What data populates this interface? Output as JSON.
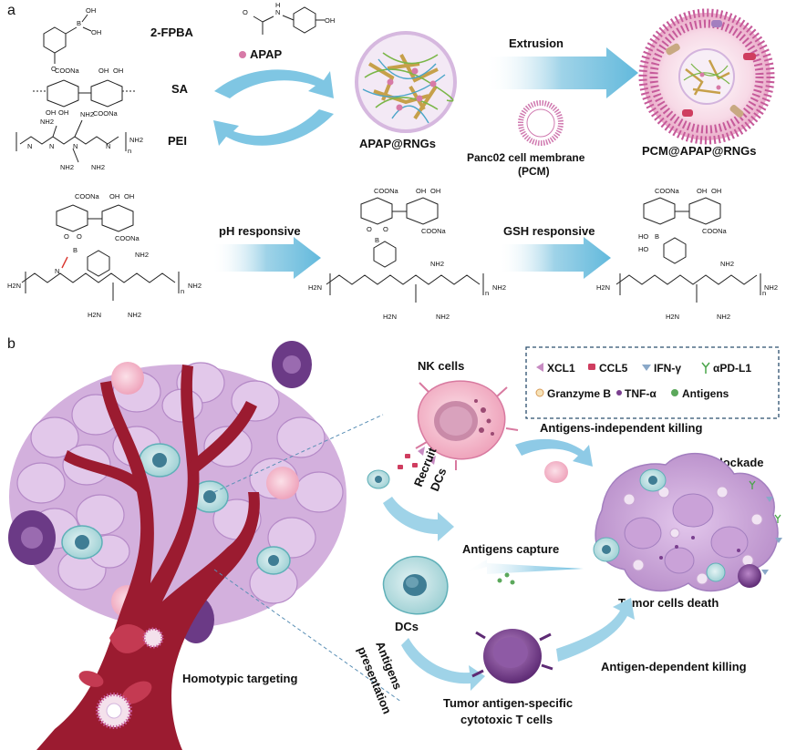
{
  "panel_a": {
    "letter": "a",
    "components": {
      "fpba": "2-FPBA",
      "sa": "SA",
      "pei": "PEI"
    },
    "drug": "APAP",
    "nanogel": "APAP@RNGs",
    "extrusion": "Extrusion",
    "membrane_line1": "Panc02 cell membrane",
    "membrane_line2": "(PCM)",
    "product": "PCM@APAP@RNGs",
    "ph_responsive": "pH responsive",
    "gsh_responsive": "GSH responsive",
    "chem_labels": {
      "b": "B",
      "oh": "OH",
      "ho": "HO",
      "o": "O",
      "n": "N",
      "h": "H",
      "coona": "COONa",
      "nh2": "NH2",
      "h2n": "H2N",
      "n_sub": "n"
    }
  },
  "panel_b": {
    "letter": "b",
    "legend": {
      "xcl1": "XCL1",
      "ccl5": "CCL5",
      "ifn": "IFN-γ",
      "apdl1": "αPD-L1",
      "granzyme": "Granzyme B",
      "tnf": "TNF-α",
      "antigens": "Antigens"
    },
    "nk_cells": "NK cells",
    "antigens_independent": "Antigens-independent killing",
    "pdl1_blockade": "PD-L1 blockade",
    "recruit": "Recruit",
    "dcs_rot": "DCs",
    "antigens_capture": "Antigens capture",
    "tumor_death": "Tumor cells death",
    "dcs": "DCs",
    "antigens_rot": "Antigens",
    "presentation_rot": "presentation",
    "antigen_dependent": "Antigen-dependent killing",
    "homotypic": "Homotypic targeting",
    "tcell_line1": "Tumor antigen-specific",
    "tcell_line2": "cytotoxic T cells"
  },
  "colors": {
    "arrow_blue": "#8ecae6",
    "tumor_purple": "#c9a2d6",
    "vessel_red": "#9b1b30",
    "nk_pink": "#f4b6c8",
    "dc_teal": "#a9d6d9",
    "tcell_purple": "#7a3f8f"
  }
}
